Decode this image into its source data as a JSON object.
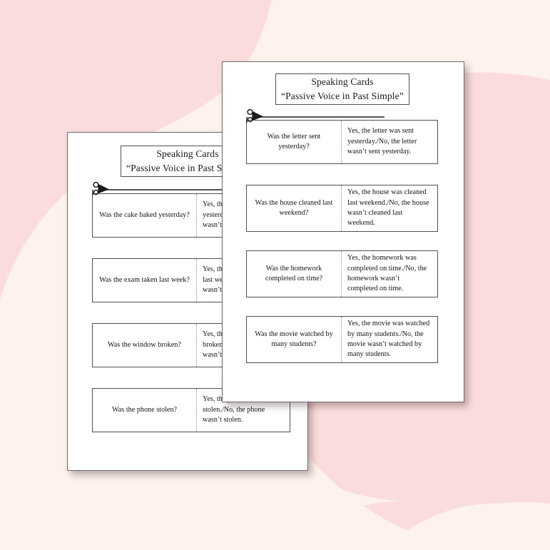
{
  "background": {
    "base_color": "#fdf1ec",
    "blob_color": "#fbdcdc",
    "cream_color": "#fdf2ec",
    "description": "pink-and-cream abstract curved background"
  },
  "worksheet": {
    "title_line1": "Speaking Cards",
    "title_line2": "“Passive Voice in Past Simple”",
    "paper_color": "#ffffff",
    "border_color": "#53504e"
  },
  "front_sheet": {
    "label": "Speaking Cards worksheet page (front, upper-right)",
    "title_line1": "Speaking Cards",
    "title_line2": "“Passive Voice in Past Simple”",
    "cut_icon": "scissors-icon",
    "cards": [
      {
        "question": "Was the letter sent yesterday?",
        "answer": "Yes, the letter was sent yesterday./No, the letter wasn’t sent yesterday."
      },
      {
        "question": "Was the house cleaned last weekend?",
        "answer": "Yes, the house was cleaned last weekend./No, the house wasn’t cleaned last weekend."
      },
      {
        "question": "Was the homework completed on time?",
        "answer": "Yes, the homework was completed on time./No, the homework wasn’t completed on time."
      },
      {
        "question": "Was the movie watched by many students?",
        "answer": "Yes, the movie was watched by many students./No, the movie wasn’t watched by many students."
      }
    ]
  },
  "back_sheet": {
    "label": "Speaking Cards worksheet page (back, lower-left, partially covered)",
    "title_line1": "Speaking Cards",
    "title_line2": "“Passive Voice in Past Simple”",
    "cut_icon": "scissors-icon",
    "cards": [
      {
        "question": "Was the cake baked yesterday?",
        "answer": "Yes, the cake was baked yesterday./No, the cake wasn’t baked yesterday."
      },
      {
        "question": "Was the exam taken last week?",
        "answer": "Yes, the exam was taken last week./No, the exam wasn’t taken last week."
      },
      {
        "question": "Was the window broken?",
        "answer": "Yes, the window was broken./No, the window wasn’t broken."
      },
      {
        "question": "Was the phone stolen?",
        "answer": "Yes, the phone was stolen./No, the phone wasn’t stolen."
      }
    ]
  }
}
